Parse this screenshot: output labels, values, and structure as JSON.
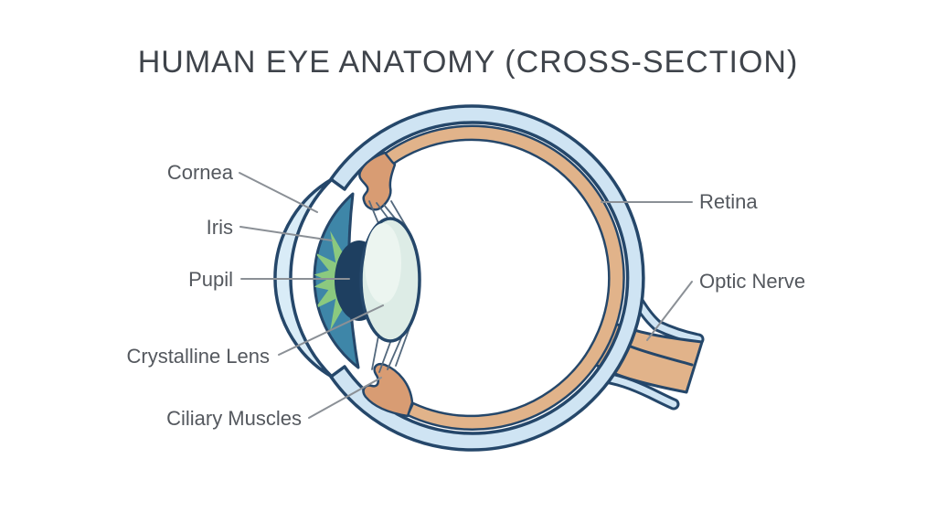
{
  "title": "HUMAN EYE ANATOMY (CROSS-SECTION)",
  "labels": {
    "cornea": "Cornea",
    "iris": "Iris",
    "pupil": "Pupil",
    "crystalline_lens": "Crystalline Lens",
    "ciliary_muscles": "Ciliary Muscles",
    "retina": "Retina",
    "optic_nerve": "Optic Nerve"
  },
  "colors": {
    "outline": "#25476a",
    "sclera": "#cfe4f3",
    "cornea": "#d9ecf7",
    "retina_choroid": "#e1b38a",
    "ciliary": "#d89c73",
    "iris": "#3e86a8",
    "iris_rays": "#8bc97f",
    "pupil": "#1e3f60",
    "lens": "#ddece6",
    "lens_highlight": "#ecf5f0",
    "optic_nerve": "#e1b38a",
    "leader_line": "#8b9096",
    "label_text": "#54585e",
    "title_text": "#3f444b"
  }
}
